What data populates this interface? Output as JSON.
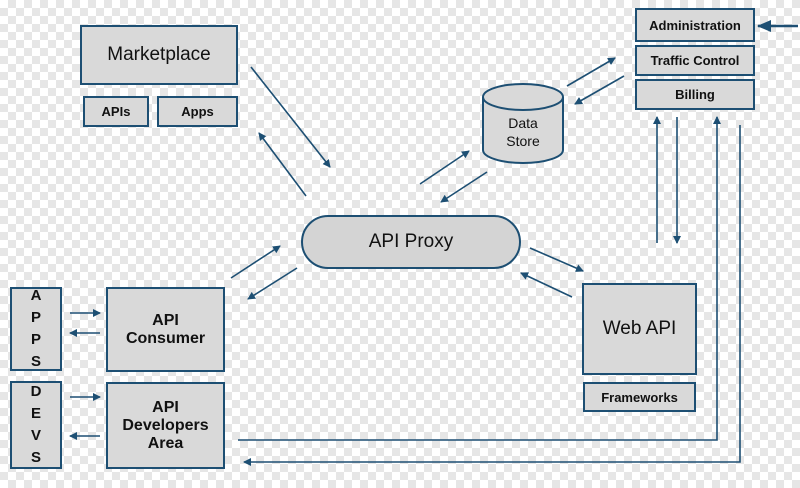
{
  "nodes": {
    "marketplace": "Marketplace",
    "apis": "APIs",
    "apps": "Apps",
    "data_store": "Data\nStore",
    "api_proxy": "API Proxy",
    "administration": "Administration",
    "traffic_control": "Traffic Control",
    "billing": "Billing",
    "apps_vertical": [
      "A",
      "P",
      "P",
      "S"
    ],
    "devs_vertical": [
      "D",
      "E",
      "V",
      "S"
    ],
    "api_consumer": "API\nConsumer",
    "api_developers_area": "API\nDevelopers\nArea",
    "web_api": "Web API",
    "frameworks": "Frameworks"
  },
  "colors": {
    "box_fill": "#d9d9d9",
    "border": "#1d4f73",
    "arrow": "#1d4f73"
  }
}
